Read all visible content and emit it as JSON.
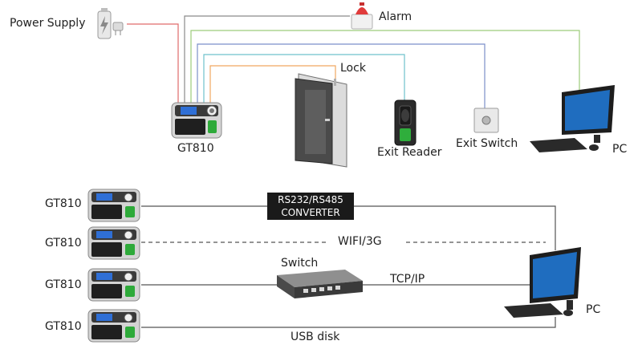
{
  "top": {
    "power_supply": "Power Supply",
    "alarm": "Alarm",
    "lock": "Lock",
    "device": "GT810",
    "exit_reader": "Exit Reader",
    "exit_switch": "Exit Switch",
    "pc": "PC"
  },
  "bottom": {
    "devices": [
      "GT810",
      "GT810",
      "GT810",
      "GT810"
    ],
    "converter": [
      "RS232/RS485",
      "CONVERTER"
    ],
    "wifi": "WIFI/3G",
    "switch": "Switch",
    "tcpip": "TCP/IP",
    "usb": "USB disk",
    "pc": "PC"
  },
  "colors": {
    "power_line": "#e06a6a",
    "alarm_line": "#8a8a8a",
    "pc_line": "#9ccc7a",
    "switch_line": "#7b8fc9",
    "reader_line": "#6fc2cc",
    "lock_line": "#f0a860",
    "bus_line": "#555555"
  }
}
